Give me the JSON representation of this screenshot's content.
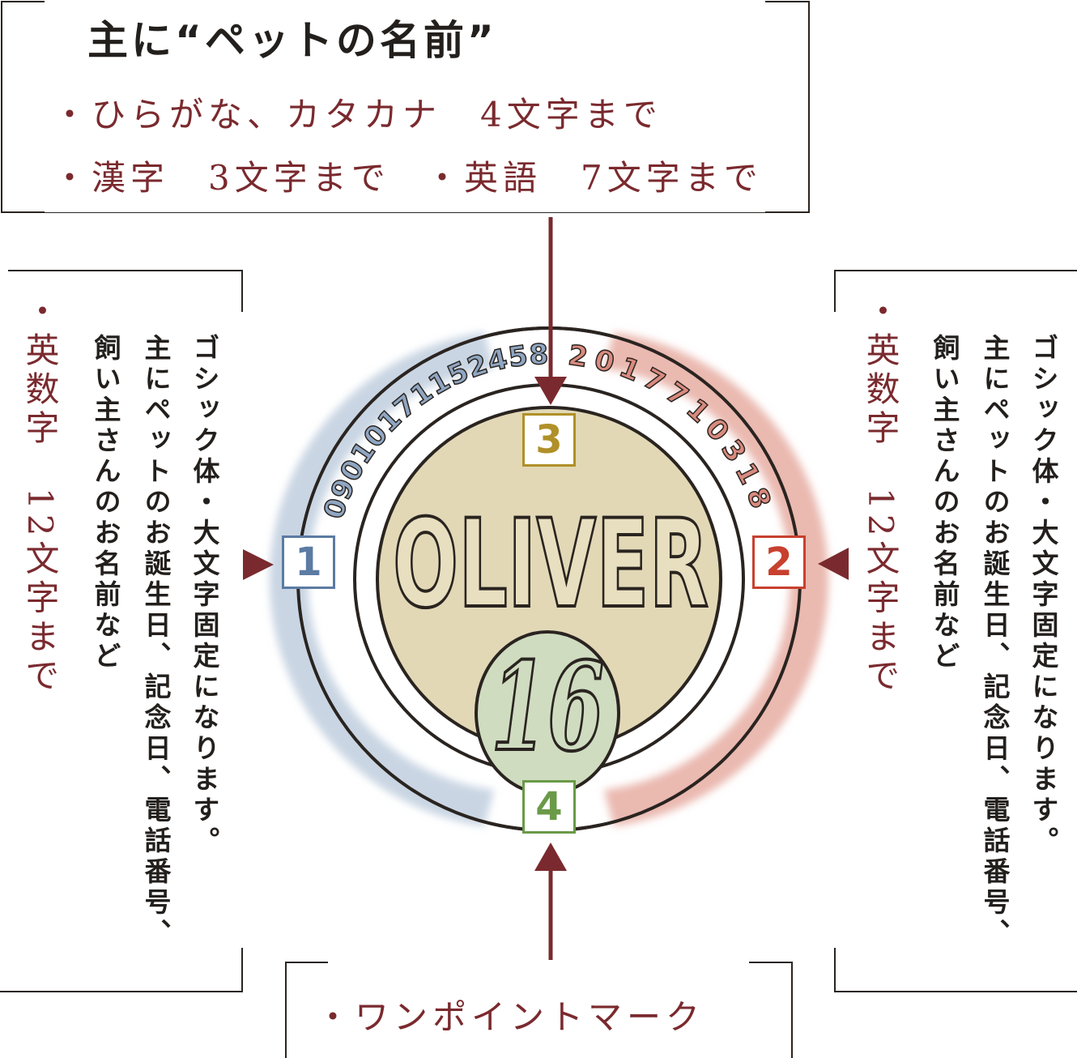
{
  "top_box": {
    "title": "主に“ペットの名前”",
    "line1": "・ひらがな、カタカナ　4文字まで",
    "line2a": "・漢字　3文字まで",
    "line2b": "・英語　7文字まで"
  },
  "left_box": {
    "col1": "ゴシック体・大文字固定になります。",
    "col2": "主にペットのお誕生日、記念日、電話番号、",
    "col3": "飼い主さんのお名前など",
    "col4": "・英数字　12文字まで"
  },
  "right_box": {
    "col1": "ゴシック体・大文字固定になります。",
    "col2": "主にペットのお誕生日、記念日、電話番号、",
    "col3": "飼い主さんのお名前など",
    "col4": "・英数字　12文字まで"
  },
  "bottom_box": {
    "label": "・ワンポイントマーク"
  },
  "medal": {
    "name": "OLIVER",
    "number": "16",
    "left_ring_text": "09010171152458",
    "right_ring_text": "2017710318"
  },
  "badges": [
    {
      "label": "1",
      "color": "#5b7ba3"
    },
    {
      "label": "2",
      "color": "#c8402e"
    },
    {
      "label": "3",
      "color": "#b09028"
    },
    {
      "label": "4",
      "color": "#6a9a48"
    }
  ],
  "colors": {
    "accent": "#7a2a2e",
    "left_ring": "#c9d5e3",
    "right_ring": "#eab9b0",
    "center": "#e2d8b6",
    "mark": "#cfdcc0"
  }
}
